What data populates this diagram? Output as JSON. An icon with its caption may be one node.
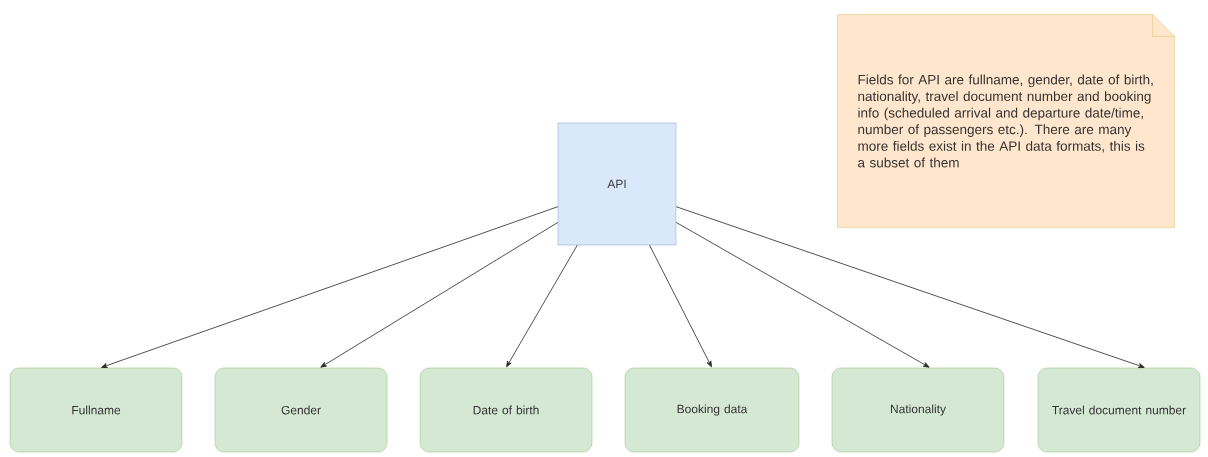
{
  "diagram": {
    "nodes": [
      {
        "text": [
          "API"
        ]
      },
      {
        "text": [
          "Fullname"
        ]
      },
      {
        "text": [
          "Gender"
        ]
      },
      {
        "text": [
          "Date of birth"
        ]
      },
      {
        "text": [
          "Booking data"
        ]
      },
      {
        "text": [
          "Nationality"
        ]
      },
      {
        "text": [
          "Travel document number"
        ]
      },
      {
        "text": [
          "Fields for API are fullname, gender, date of birth, nationality, travel document number and booking info (scheduled arrival and departure date/time, number of passengers etc.). There are many more fields exist in the API data formats, this is a subset of them"
        ]
      }
    ],
    "edges": [
      {
        "from": 0,
        "to": 1,
        "arrow": "to"
      },
      {
        "from": 0,
        "to": 2,
        "arrow": "to"
      },
      {
        "from": 0,
        "to": 3,
        "arrow": "to"
      },
      {
        "from": 0,
        "to": 4,
        "arrow": "to"
      },
      {
        "from": 0,
        "to": 5,
        "arrow": "to"
      },
      {
        "from": 0,
        "to": 6,
        "arrow": "to"
      }
    ]
  }
}
